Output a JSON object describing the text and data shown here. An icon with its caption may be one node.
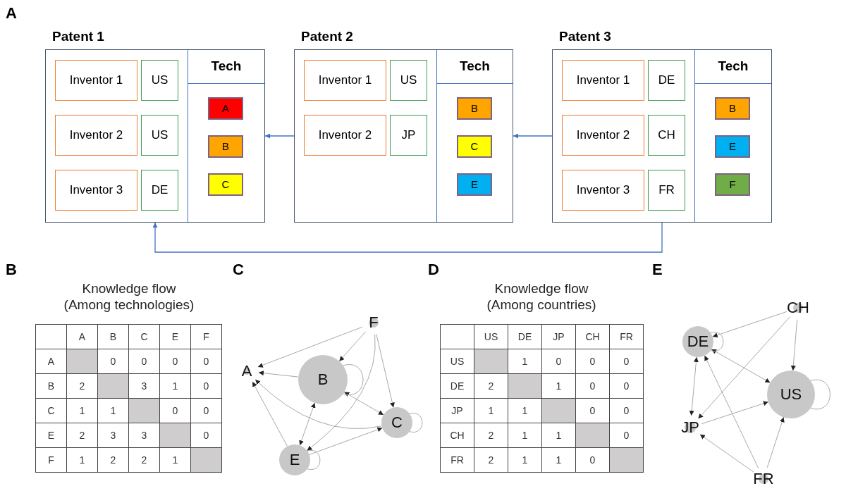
{
  "diagram": {
    "nodes": [
      {
        "text": [
          "Patent 1"
        ]
      },
      {
        "text": [
          "Inventor 1"
        ],
        "in": 0
      },
      {
        "text": [
          "US"
        ],
        "in": 0
      },
      {
        "text": [
          "Inventor 2"
        ],
        "in": 0
      },
      {
        "text": [
          "US"
        ],
        "in": 0
      },
      {
        "text": [
          "Inventor 3"
        ],
        "in": 0
      },
      {
        "text": [
          "DE"
        ],
        "in": 0
      },
      {
        "text": [
          "Tech"
        ],
        "in": 0
      },
      {
        "text": [
          "A"
        ],
        "in": 7
      },
      {
        "text": [
          "B"
        ],
        "in": 7
      },
      {
        "text": [
          "C"
        ],
        "in": 7
      },
      {
        "text": [
          "Patent 2"
        ]
      },
      {
        "text": [
          "Inventor 1"
        ],
        "in": 11
      },
      {
        "text": [
          "US"
        ],
        "in": 11
      },
      {
        "text": [
          "Inventor 2"
        ],
        "in": 11
      },
      {
        "text": [
          "JP"
        ],
        "in": 11
      },
      {
        "text": [
          "Tech"
        ],
        "in": 11
      },
      {
        "text": [
          "B"
        ],
        "in": 16
      },
      {
        "text": [
          "C"
        ],
        "in": 16
      },
      {
        "text": [
          "E"
        ],
        "in": 16
      },
      {
        "text": [
          "Patent 3"
        ]
      },
      {
        "text": [
          "Inventor 1"
        ],
        "in": 20
      },
      {
        "text": [
          "DE"
        ],
        "in": 20
      },
      {
        "text": [
          "Inventor 2"
        ],
        "in": 20
      },
      {
        "text": [
          "CH"
        ],
        "in": 20
      },
      {
        "text": [
          "Inventor 3"
        ],
        "in": 20
      },
      {
        "text": [
          "FR"
        ],
        "in": 20
      },
      {
        "text": [
          "Tech"
        ],
        "in": 20
      },
      {
        "text": [
          "B"
        ],
        "in": 27
      },
      {
        "text": [
          "E"
        ],
        "in": 27
      },
      {
        "text": [
          "F"
        ],
        "in": 27
      },
      {
        "text": [
          "A"
        ]
      },
      {
        "text": [
          "B"
        ]
      },
      {
        "text": [
          "C"
        ]
      },
      {
        "text": [
          "E"
        ]
      },
      {
        "text": [
          "F"
        ]
      },
      {
        "text": [
          "US"
        ]
      },
      {
        "text": [
          "DE"
        ]
      },
      {
        "text": [
          "JP"
        ]
      },
      {
        "text": [
          "CH"
        ]
      },
      {
        "text": [
          "FR"
        ]
      }
    ],
    "edges": [
      {
        "from": 11,
        "to": 0,
        "arrow": "to",
        "color": "#4472c4"
      },
      {
        "from": 20,
        "to": 11,
        "arrow": "to",
        "color": "#4472c4"
      },
      {
        "from": 20,
        "to": 0,
        "arrow": "to",
        "color": "#4472c4"
      },
      {
        "from": 35,
        "to": 31,
        "arrow": "to"
      },
      {
        "from": 35,
        "to": 32,
        "arrow": "to"
      },
      {
        "from": 35,
        "to": 33,
        "arrow": "to"
      },
      {
        "from": 35,
        "to": 34,
        "arrow": "to"
      },
      {
        "from": 32,
        "to": 31,
        "arrow": "to"
      },
      {
        "from": 33,
        "to": 31,
        "arrow": "to"
      },
      {
        "from": 34,
        "to": 31,
        "arrow": "to"
      },
      {
        "from": 32,
        "to": 33,
        "arrow": "both"
      },
      {
        "from": 34,
        "to": 32,
        "arrow": "both"
      },
      {
        "from": 34,
        "to": 33,
        "arrow": "to"
      },
      {
        "from": 32,
        "to": 32,
        "arrow": "none"
      },
      {
        "from": 33,
        "to": 33,
        "arrow": "none"
      },
      {
        "from": 34,
        "to": 34,
        "arrow": "none"
      },
      {
        "from": 39,
        "to": 37,
        "arrow": "to"
      },
      {
        "from": 39,
        "to": 36,
        "arrow": "to"
      },
      {
        "from": 39,
        "to": 38,
        "arrow": "to"
      },
      {
        "from": 37,
        "to": 36,
        "arrow": "both"
      },
      {
        "from": 38,
        "to": 36,
        "arrow": "to"
      },
      {
        "from": 38,
        "to": 37,
        "arrow": "both"
      },
      {
        "from": 40,
        "to": 38,
        "arrow": "to"
      },
      {
        "from": 40,
        "to": 37,
        "arrow": "to"
      },
      {
        "from": 40,
        "to": 36,
        "arrow": "to"
      },
      {
        "from": 37,
        "to": 37,
        "arrow": "none"
      },
      {
        "from": 36,
        "to": 36,
        "arrow": "none"
      }
    ],
    "labels": [
      "A",
      "B",
      "C",
      "D",
      "E",
      "Knowledge flow (Among technologies)",
      "A",
      "B",
      "C",
      "E",
      "F",
      "A",
      "0",
      "0",
      "0",
      "0",
      "B",
      "2",
      "3",
      "1",
      "0",
      "C",
      "1",
      "1",
      "0",
      "0",
      "E",
      "2",
      "3",
      "3",
      "0",
      "F",
      "1",
      "2",
      "2",
      "1",
      "Knowledge flow (Among countries)",
      "US",
      "DE",
      "JP",
      "CH",
      "FR",
      "US",
      "1",
      "0",
      "0",
      "0",
      "DE",
      "2",
      "1",
      "0",
      "0",
      "JP",
      "1",
      "1",
      "0",
      "0",
      "CH",
      "2",
      "1",
      "1",
      "0",
      "FR",
      "2",
      "1",
      "1",
      "0"
    ]
  }
}
